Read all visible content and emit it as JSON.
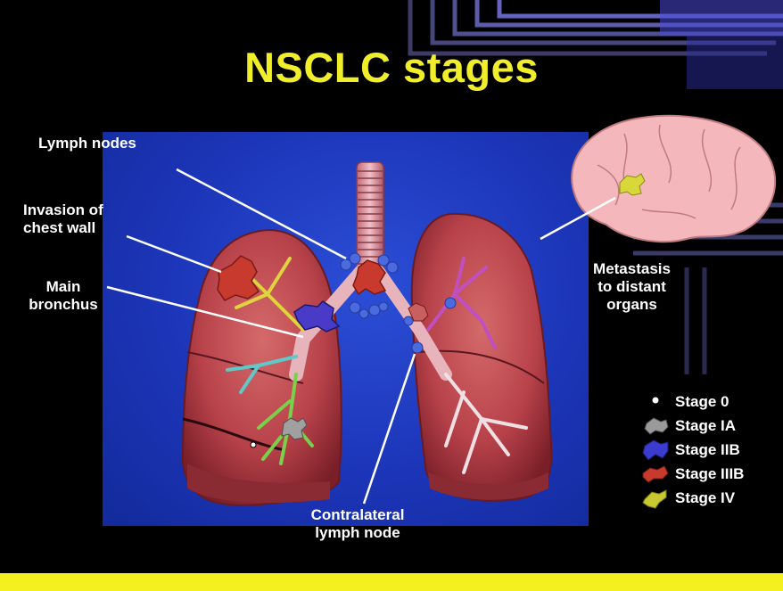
{
  "title": "NSCLC stages",
  "labels": {
    "lymph_nodes": "Lymph nodes",
    "invasion_line1": "Invasion of",
    "invasion_line2": "chest wall",
    "main_line1": "Main",
    "main_line2": "bronchus",
    "metastasis_line1": "Metastasis",
    "metastasis_line2": "to distant",
    "metastasis_line3": "organs",
    "contralateral_line1": "Contralateral",
    "contralateral_line2": "lymph node"
  },
  "legend": [
    {
      "label": "Stage 0",
      "color": "#ffffff"
    },
    {
      "label": "Stage IA",
      "color": "#9a9a9a"
    },
    {
      "label": "Stage IIB",
      "color": "#3b3bd0"
    },
    {
      "label": "Stage IIIB",
      "color": "#c83a2e"
    },
    {
      "label": "Stage IV",
      "color": "#c8c832"
    }
  ],
  "colors": {
    "title": "#f0ee2a",
    "panel": "#1c35b8",
    "lung": "#b8424a",
    "bottom_bar": "#f4f020"
  }
}
